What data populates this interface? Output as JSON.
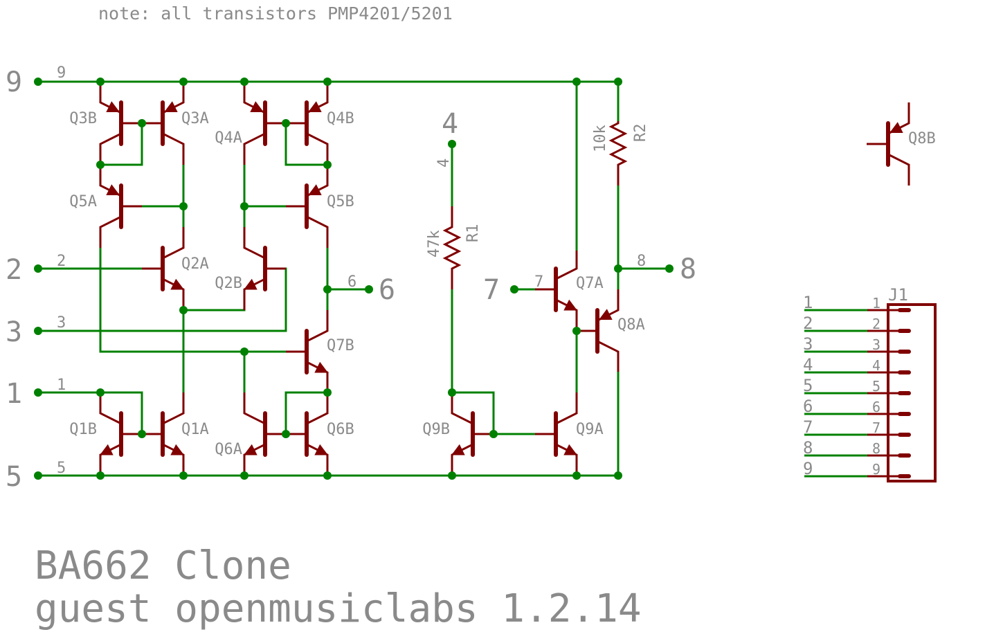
{
  "note": "note: all transistors PMP4201/5201",
  "title_block": {
    "line1": "BA662 Clone",
    "line2": "guest openmusiclabs 1.2.14"
  },
  "colors": {
    "net": "#008000",
    "component": "#800000",
    "text": "#8a8a8a",
    "background": "#ffffff"
  },
  "ports": [
    {
      "id": "9",
      "label": "9",
      "net": "9"
    },
    {
      "id": "2",
      "label": "2",
      "net": "2"
    },
    {
      "id": "3",
      "label": "3",
      "net": "3"
    },
    {
      "id": "1",
      "label": "1",
      "net": "1"
    },
    {
      "id": "5",
      "label": "5",
      "net": "5"
    },
    {
      "id": "4",
      "label": "4",
      "net": "4"
    },
    {
      "id": "7",
      "label": "7",
      "net": "7"
    },
    {
      "id": "6",
      "label": "6",
      "net": "6"
    },
    {
      "id": "8",
      "label": "8",
      "net": "8"
    }
  ],
  "transistors": {
    "Q3B": "Q3B",
    "Q3A": "Q3A",
    "Q4A": "Q4A",
    "Q4B": "Q4B",
    "Q5A": "Q5A",
    "Q5B": "Q5B",
    "Q2A": "Q2A",
    "Q2B": "Q2B",
    "Q7B": "Q7B",
    "Q1B": "Q1B",
    "Q1A": "Q1A",
    "Q6A": "Q6A",
    "Q6B": "Q6B",
    "Q9B": "Q9B",
    "Q9A": "Q9A",
    "Q7A": "Q7A",
    "Q8A": "Q8A",
    "Q8B": "Q8B"
  },
  "resistors": [
    {
      "name": "R1",
      "value": "47k"
    },
    {
      "name": "R2",
      "value": "10k"
    }
  ],
  "connector": {
    "name": "J1",
    "pins": [
      "1",
      "2",
      "3",
      "4",
      "5",
      "6",
      "7",
      "8",
      "9"
    ],
    "nets": [
      "1",
      "2",
      "3",
      "4",
      "5",
      "6",
      "7",
      "8",
      "9"
    ]
  }
}
